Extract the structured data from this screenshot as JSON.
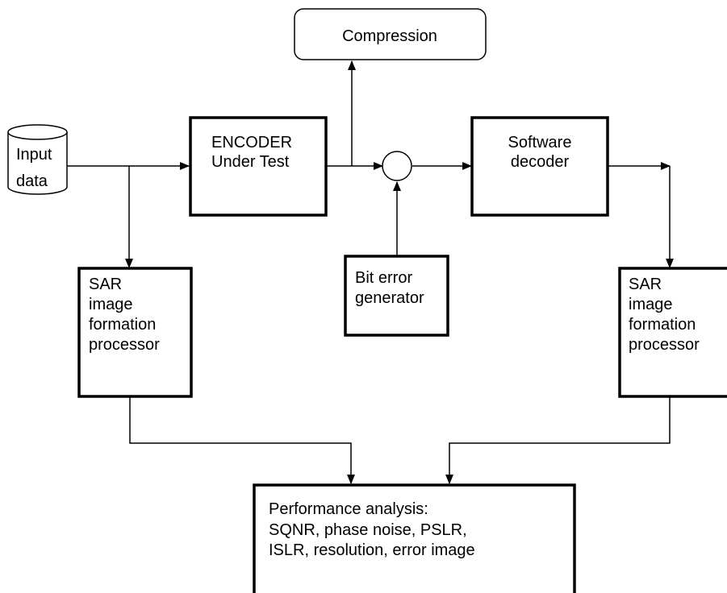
{
  "diagram": {
    "nodes": {
      "input_data": [
        "Input",
        "data"
      ],
      "compression": [
        "Compression"
      ],
      "encoder": [
        "ENCODER",
        "Under Test"
      ],
      "software_decoder": [
        "Software",
        "decoder"
      ],
      "bit_error_generator": [
        "Bit error",
        "generator"
      ],
      "sar_left": [
        "SAR",
        "image",
        "formation",
        "processor"
      ],
      "sar_right": [
        "SAR",
        "image",
        "formation",
        "processor"
      ],
      "performance": [
        "Performance analysis:",
        "SQNR, phase noise, PSLR,",
        "ISLR, resolution, error image"
      ]
    },
    "edges": [
      {
        "from": "input_data",
        "to": "encoder"
      },
      {
        "from": "input_data",
        "to": "sar_left"
      },
      {
        "from": "encoder",
        "to": "compression"
      },
      {
        "from": "encoder",
        "to": "error_combiner"
      },
      {
        "from": "bit_error_generator",
        "to": "error_combiner"
      },
      {
        "from": "error_combiner",
        "to": "software_decoder"
      },
      {
        "from": "software_decoder",
        "to": "sar_right"
      },
      {
        "from": "sar_left",
        "to": "performance"
      },
      {
        "from": "sar_right",
        "to": "performance"
      }
    ]
  }
}
